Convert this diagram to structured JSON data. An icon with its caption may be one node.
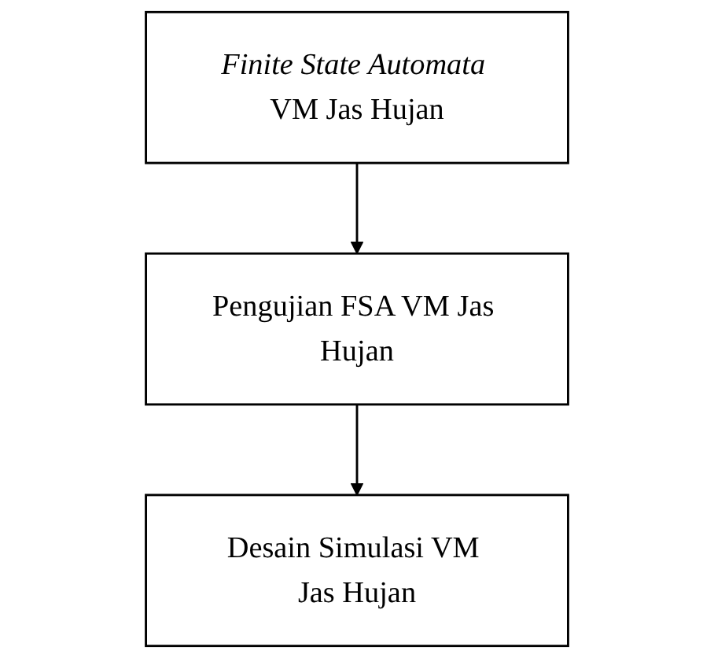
{
  "diagram": {
    "nodes": [
      {
        "text": [
          "*Finite State Automata* VM Jas Hujan"
        ]
      },
      {
        "text": [
          "Pengujian FSA VM Jas Hujan"
        ]
      },
      {
        "text": [
          "Desain Simulasi VM Jas Hujan"
        ]
      }
    ],
    "edges": [
      {
        "from": 0,
        "to": 1,
        "arrow": "to"
      },
      {
        "from": 1,
        "to": 2,
        "arrow": "to"
      }
    ]
  }
}
